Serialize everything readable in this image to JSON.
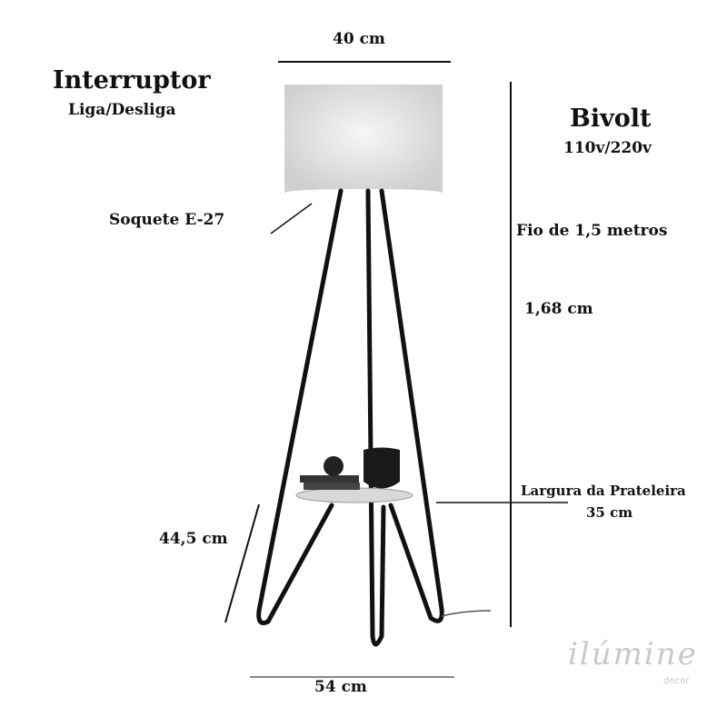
{
  "labels": {
    "shade_width": "40 cm",
    "switch_title": "Interruptor",
    "switch_sub": "Liga/Desliga",
    "voltage_title": "Bivolt",
    "voltage_sub": "110v/220v",
    "socket": "Soquete E-27",
    "cord": "Fio de 1,5 metros",
    "height": "1,68 cm",
    "shelf_title": "Largura da Prateleira",
    "shelf_width": "35 cm",
    "shelf_height": "44,5 cm",
    "base_width": "54 cm"
  },
  "logo": {
    "main": "ilúmine",
    "sub": "decor"
  }
}
